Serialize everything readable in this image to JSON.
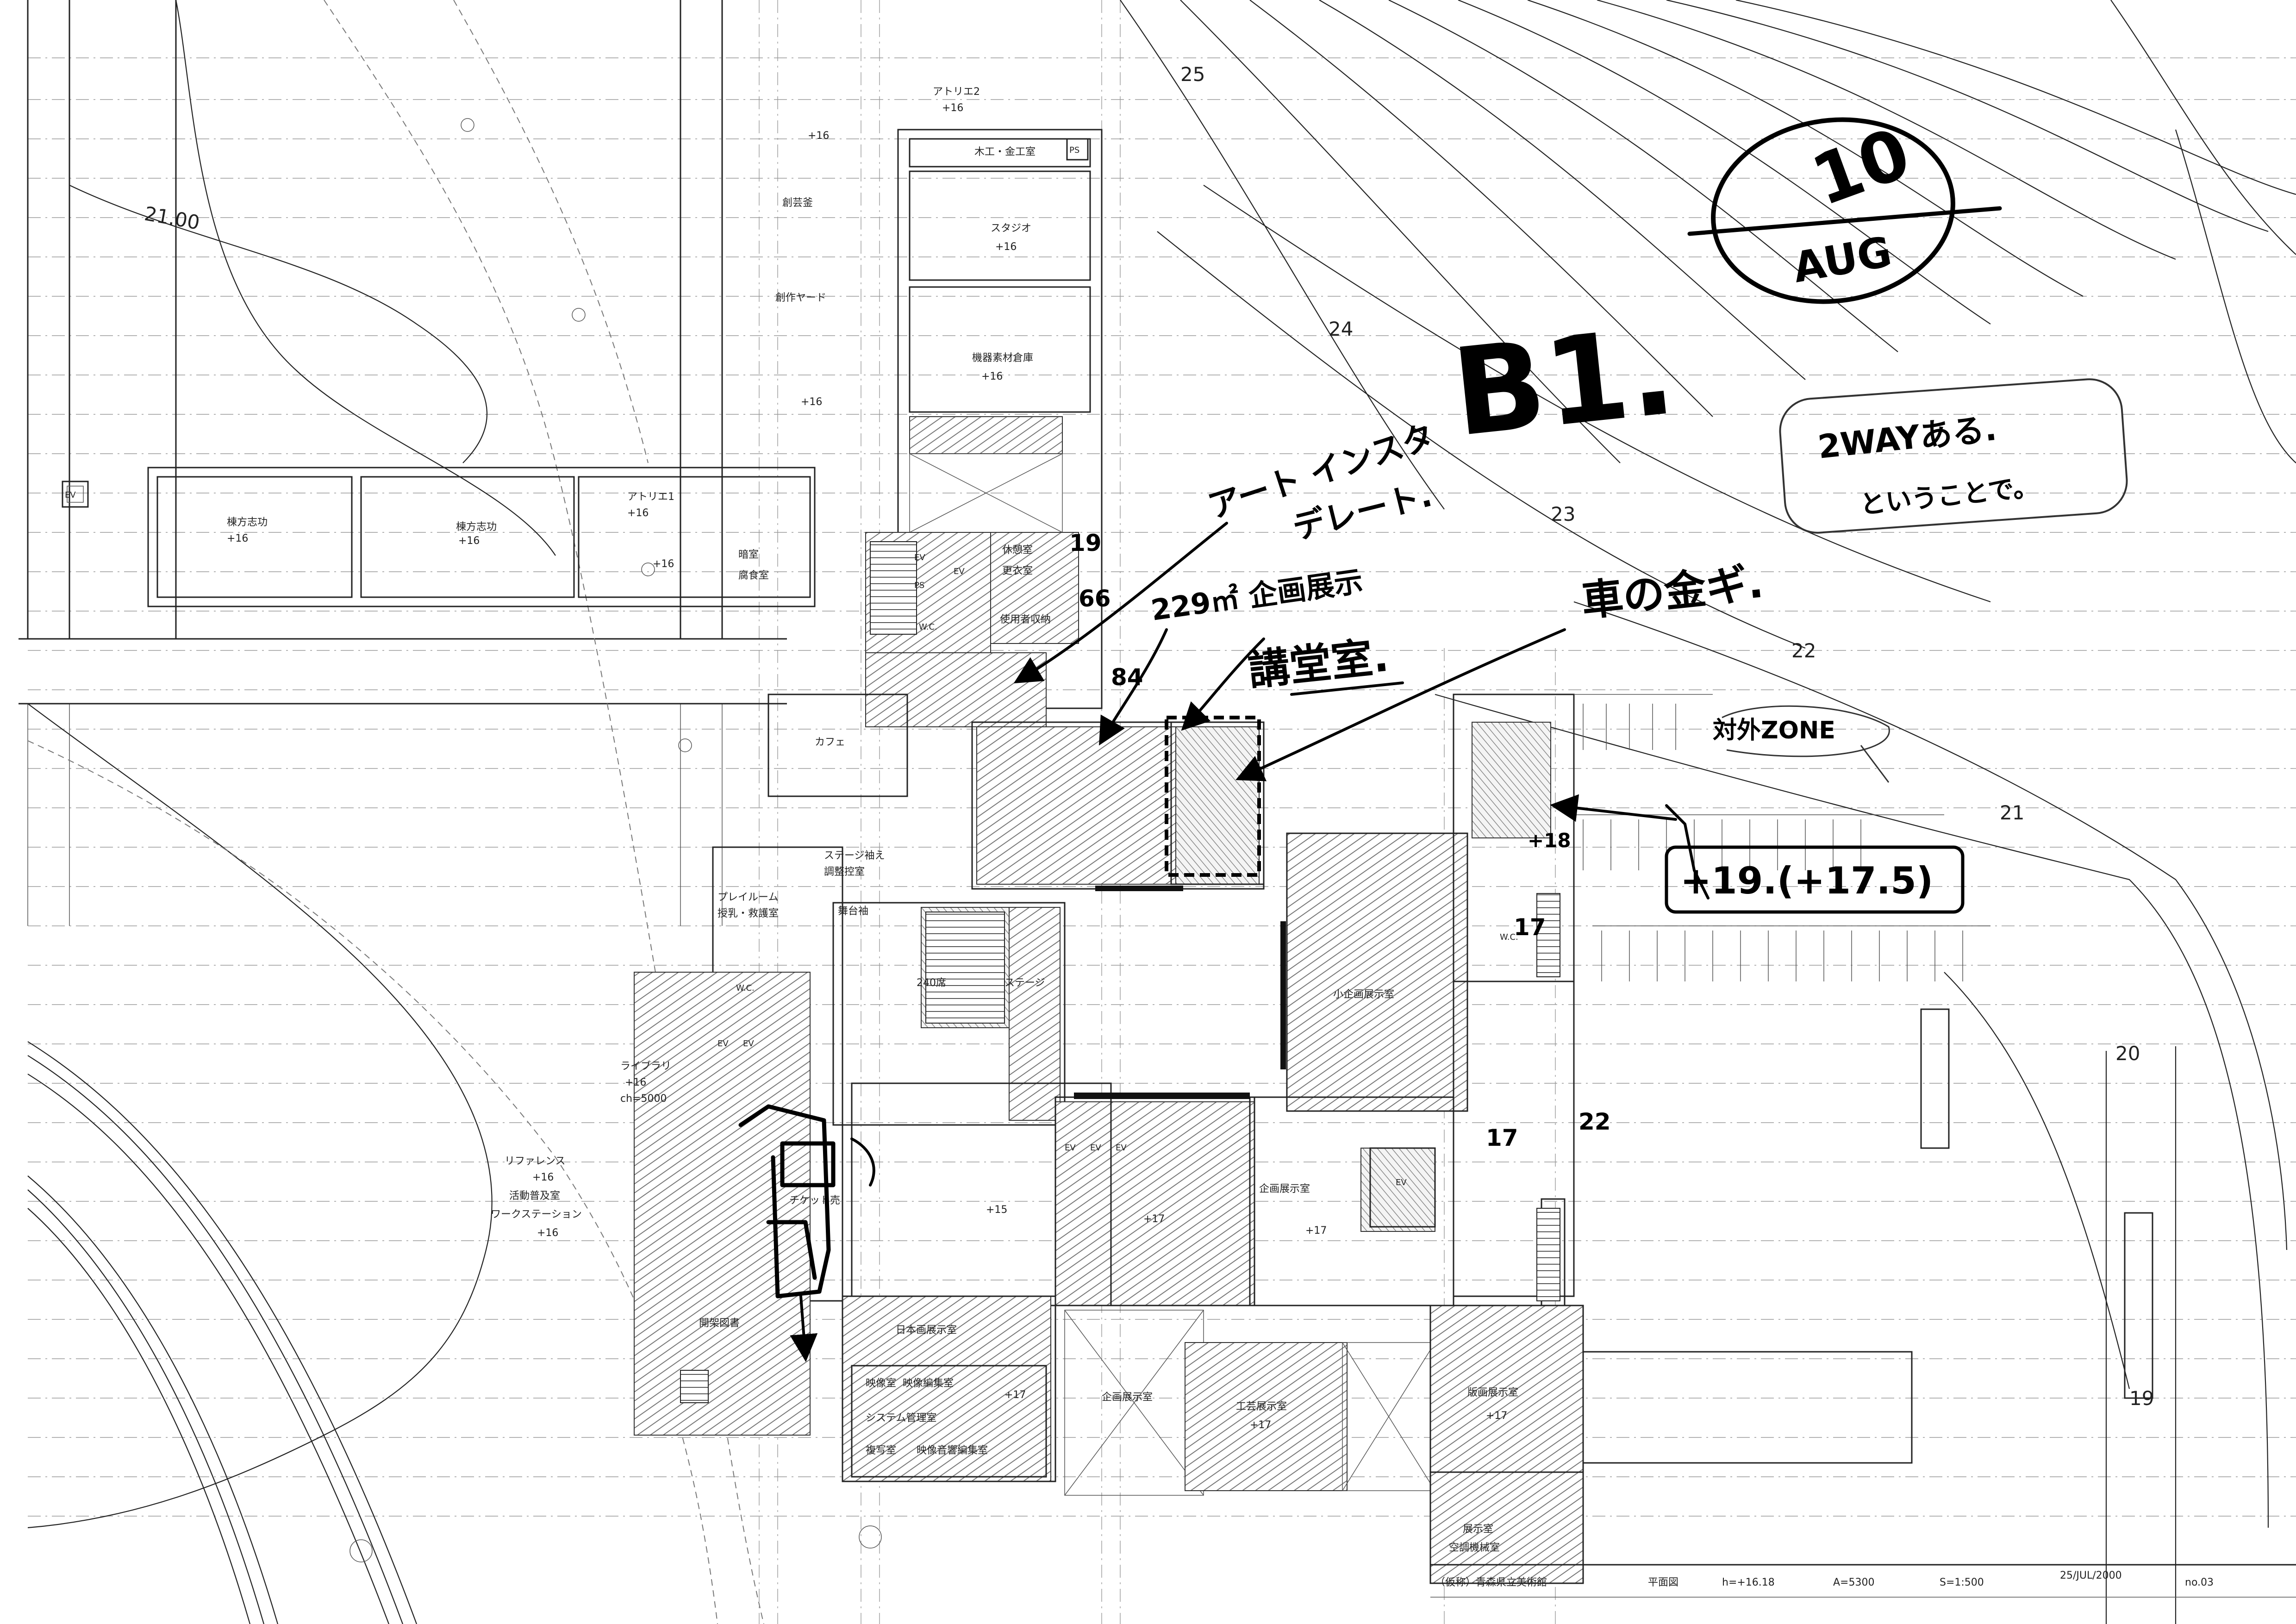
{
  "rooms": {
    "atelier2": "アトリエ2",
    "woodwork": "木工・金工室",
    "ps": "PS",
    "studio": "スタジオ",
    "equipment_storage": "機器素材倉庫",
    "engeiba": "創芸釜",
    "sosaku_yard": "創作ヤード",
    "ev": "EV",
    "kakata1": "棟方志功",
    "kakata2": "棟方志功",
    "atelier1": "アトリエ1",
    "darkroom": "暗室",
    "etching": "腐食室",
    "rest_room": "休憩室",
    "locker": "更衣室",
    "storage_user": "使用者収納",
    "wc": "W.C.",
    "cafe": "カフェ",
    "stage_wings": "ステージ袖え",
    "lighting_room": "調整控室",
    "stage_under": "舞台袖",
    "play_room": "プレイルーム",
    "nursing": "授乳・救護室",
    "seats": "240席",
    "stage": "ステージ",
    "small_gallery": "小企画展示室",
    "library": "ライブラリ",
    "reference": "リファレンス",
    "activity": "活動普及室",
    "workstation": "ワークステーション",
    "ticket": "チケット売",
    "open_library": "開架図書",
    "japanese_painting": "日本画展示室",
    "video_room": "映像室",
    "video_edit": "映像編集室",
    "system_room": "システム管理室",
    "photo_room": "複写室",
    "audio_edit": "映像音響編集室",
    "exhibit_a": "企画展示室",
    "exhibit_b": "企画展示室",
    "craft_gallery": "工芸展示室",
    "print_gallery": "版画展示室",
    "exhibit_c": "展示室",
    "air_room": "空調機械室",
    "ch": "ch=5000"
  },
  "levels": {
    "p16": "+16",
    "p15": "+15",
    "p17": "+17"
  },
  "contours": {
    "c25": "25",
    "c24": "24",
    "c23": "23",
    "c22": "22",
    "c21": "21",
    "c20": "20",
    "c19": "19",
    "c2100": "21.00"
  },
  "handwritten": {
    "stamp_day": "10",
    "stamp_month": "AUG",
    "floor": "B1.",
    "art_install": "アート インスタ",
    "art_install2": "デレート.",
    "exhibit_note": "229㎡ 企画展示",
    "lecture": "講堂室.",
    "car_key": "車の金ギ.",
    "zone": "対外ZONE",
    "two_way": "2WAYある.",
    "two_way2": "ということで。",
    "plus18": "+18",
    "level_note": "+19.(+17.5)",
    "n17": "17",
    "n22": "22",
    "n84": "84",
    "n66": "66",
    "n19": "19"
  },
  "title_block": {
    "project": "（仮称）青森県立美術館",
    "drawing": "平面図",
    "height": "h=+16.18",
    "area": "A=5300",
    "scale": "S=1:500",
    "date": "25/JUL/2000",
    "number": "no.03"
  }
}
